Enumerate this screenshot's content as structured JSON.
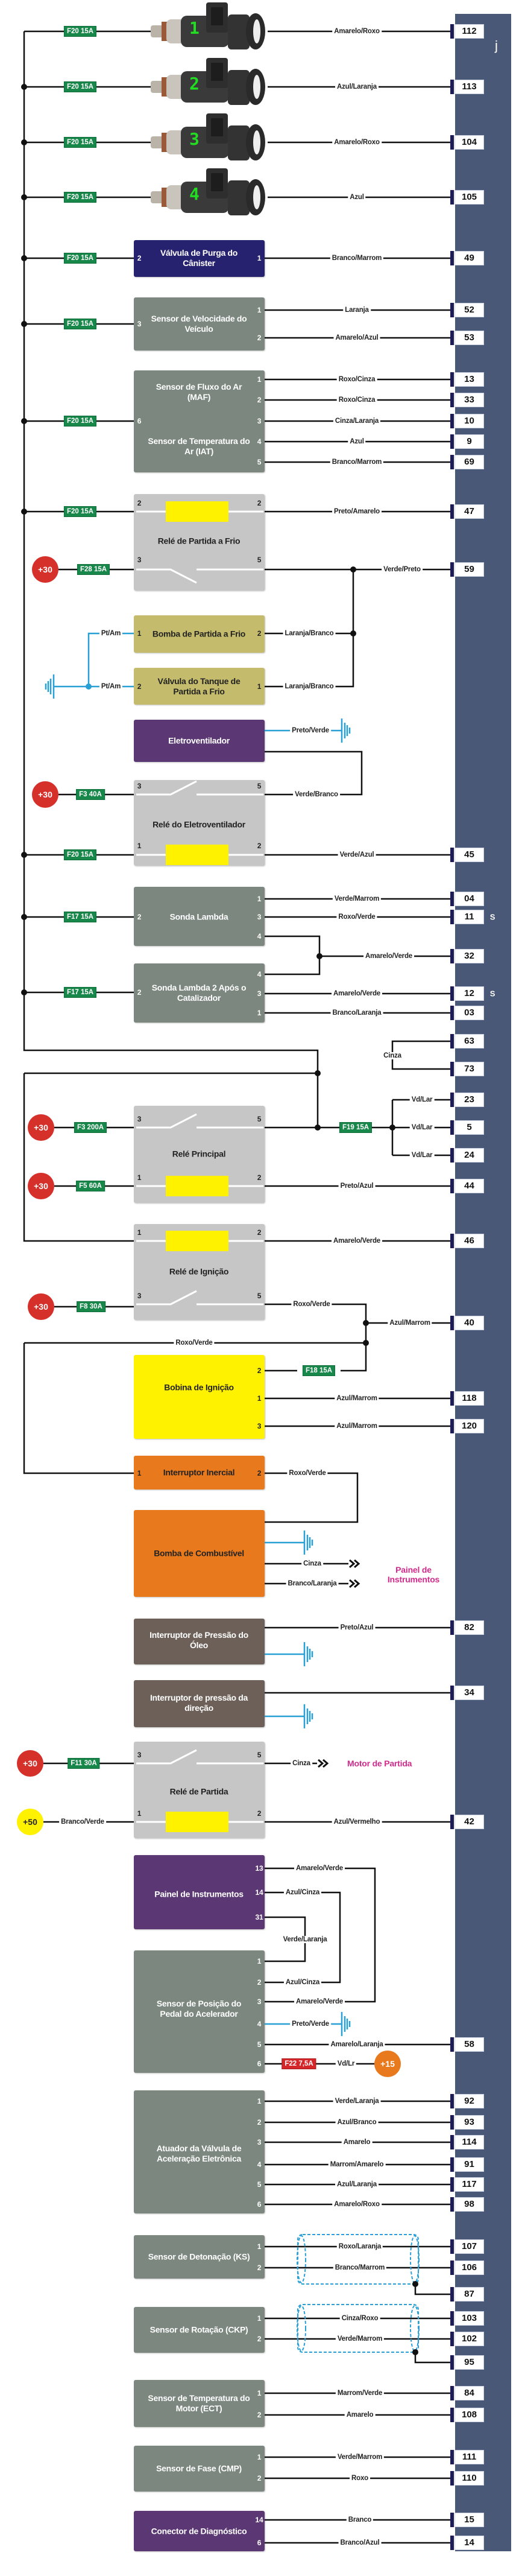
{
  "colors": {
    "ecu": "#4a5878",
    "fuse": "#17874a",
    "fuse_red": "#d5262a",
    "sensor": "#7b877f",
    "relay": "#c6c6c6",
    "canister": "#272270",
    "purple": "#5b3874",
    "olive": "#c4bc6c",
    "orange": "#e8791d",
    "brown": "#6d6058",
    "coil_yellow": "#fff200",
    "battery": "#d5302a",
    "ground": "#2a9fd6",
    "destination": "#cf2a8c"
  },
  "ecu": {
    "label": "j",
    "side_mark": "S"
  },
  "injectors": [
    {
      "num": "1",
      "fuse": "F20 15A",
      "wire": "Amarelo/Roxo",
      "term": "112"
    },
    {
      "num": "2",
      "fuse": "F20 15A",
      "wire": "Azul/Laranja",
      "term": "113"
    },
    {
      "num": "3",
      "fuse": "F20 15A",
      "wire": "Amarelo/Roxo",
      "term": "104"
    },
    {
      "num": "4",
      "fuse": "F20 15A",
      "wire": "Azul",
      "term": "105"
    }
  ],
  "canister": {
    "title": "Válvula de Purga do Cânister",
    "fuse": "F20 15A",
    "pin_in": "2",
    "pin_out": "1",
    "wire": "Branco/Marrom",
    "term": "49"
  },
  "vss": {
    "title": "Sensor de Velocidade do Veículo",
    "fuse": "F20 15A",
    "pin_in": "3",
    "pins": [
      {
        "pin": "1",
        "wire": "Laranja",
        "term": "52"
      },
      {
        "pin": "2",
        "wire": "Amarelo/Azul",
        "term": "53"
      }
    ]
  },
  "maf": {
    "title1": "Sensor de Fluxo do Ar (MAF)",
    "title2": "Sensor de Temperatura do Ar (IAT)",
    "fuse": "F20 15A",
    "pin_in": "6",
    "pins": [
      {
        "pin": "1",
        "wire": "Roxo/Cinza",
        "term": "13"
      },
      {
        "pin": "2",
        "wire": "Roxo/Cinza",
        "term": "33"
      },
      {
        "pin": "3",
        "wire": "Cinza/Laranja",
        "term": "10"
      },
      {
        "pin": "4",
        "wire": "Azul",
        "term": "9"
      },
      {
        "pin": "5",
        "wire": "Branco/Marrom",
        "term": "69"
      }
    ]
  },
  "cold_relay": {
    "title": "Relé de Partida a Frio",
    "fuse": "F20 15A",
    "coil_pins": [
      "2",
      "2"
    ],
    "coil_wire": "Preto/Amarelo",
    "coil_term": "47",
    "supply": "+30",
    "switch_fuse": "F28 15A",
    "switch_pins": [
      "3",
      "5"
    ],
    "switch_wire": "Verde/Preto",
    "switch_term": "59"
  },
  "cold_pump": {
    "title": "Bomba de Partida a Frio",
    "pin_gnd": "1",
    "gnd_wire": "Pt/Am",
    "pin_out": "2",
    "wire": "Laranja/Branco"
  },
  "cold_valve": {
    "title": "Válvula do Tanque de Partida a Frio",
    "pin_gnd": "2",
    "gnd_wire": "Pt/Am",
    "pin_out": "1",
    "wire": "Laranja/Branco"
  },
  "fan": {
    "title": "Eletroventilador",
    "gnd_wire": "Preto/Verde"
  },
  "fan_relay": {
    "title": "Relé do Eletroventilador",
    "supply": "+30",
    "switch_fuse": "F3 40A",
    "switch_pins": [
      "3",
      "5"
    ],
    "switch_wire": "Verde/Branco",
    "fuse": "F20 15A",
    "coil_pins": [
      "1",
      "2"
    ],
    "coil_wire": "Verde/Azul",
    "coil_term": "45"
  },
  "lambda1": {
    "title": "Sonda Lambda",
    "fuse": "F17 15A",
    "pin_in": "2",
    "pins": [
      {
        "pin": "1",
        "wire": "Verde/Marrom",
        "term": "04"
      },
      {
        "pin": "3",
        "wire": "Roxo/Verde",
        "term": "11"
      },
      {
        "pin": "4"
      }
    ]
  },
  "lambda_shared": {
    "wire": "Amarelo/Verde",
    "term": "32"
  },
  "lambda2": {
    "title": "Sonda Lambda 2 Após o Catalizador",
    "fuse": "F17 15A",
    "pin_in": "2",
    "pins": [
      {
        "pin": "4"
      },
      {
        "pin": "3",
        "wire": "Amarelo/Verde",
        "term": "12"
      },
      {
        "pin": "1",
        "wire": "Branco/Laranja",
        "term": "03"
      }
    ]
  },
  "ground_link": {
    "wire": "Cinza",
    "terms": [
      "63",
      "73"
    ]
  },
  "main_relay": {
    "title": "Relé Principal",
    "supply1": "+30",
    "fuse1": "F3 200A",
    "switch_pins": [
      "3",
      "5"
    ],
    "supply2": "+30",
    "fuse2": "F5 60A",
    "coil_pins": [
      "1",
      "2"
    ],
    "coil_wire": "Preto/Azul",
    "coil_term": "44",
    "out_fuse": "F19 15A",
    "outs": [
      {
        "wire": "Vd/Lar",
        "term": "23"
      },
      {
        "wire": "Vd/Lar",
        "term": "5"
      },
      {
        "wire": "Vd/Lar",
        "term": "24"
      }
    ]
  },
  "ign_relay": {
    "title": "Relé de Ignição",
    "coil_pins": [
      "1",
      "2"
    ],
    "coil_wire": "Amarelo/Verde",
    "coil_term": "46",
    "supply": "+30",
    "fuse": "F8 30A",
    "switch_pins": [
      "3",
      "5"
    ],
    "switch_wire": "Roxo/Verde",
    "feed_wire": "Azul/Marrom",
    "feed_term": "40",
    "bus_wire": "Roxo/Verde"
  },
  "coil": {
    "title": "Bobina de Ignição",
    "fuse": "F18 15A",
    "pins": [
      {
        "pin": "2"
      },
      {
        "pin": "1",
        "wire": "Azul/Marrom",
        "term": "118"
      },
      {
        "pin": "3",
        "wire": "Azul/Marrom",
        "term": "120"
      }
    ]
  },
  "inertia": {
    "title": "Interruptor Inercial",
    "pin_in": "1",
    "pin_out": "2",
    "wire": "Roxo/Verde"
  },
  "fuel_pump": {
    "title": "Bomba de Combustível",
    "outs": [
      {
        "wire": "Cinza"
      },
      {
        "wire": "Branco/Laranja"
      }
    ],
    "destination": "Painel de Instrumentos"
  },
  "oil": {
    "title": "Interruptor de Pressão do Óleo",
    "wire": "Preto/Azul",
    "term": "82"
  },
  "steering": {
    "title": "Interruptor de pressão da direção",
    "term": "34"
  },
  "start_relay": {
    "title": "Relé de Partida",
    "supply": "+30",
    "fuse": "F11 30A",
    "switch_pins": [
      "3",
      "5"
    ],
    "switch_wire": "Cinza",
    "destination": "Motor de Partida",
    "control": "+50",
    "control_wire": "Branco/Verde",
    "coil_pins": [
      "1",
      "2"
    ],
    "coil_wire": "Azul/Vermelho",
    "coil_term": "42"
  },
  "cluster": {
    "title": "Painel de Instrumentos",
    "pins": [
      {
        "pin": "13",
        "wire": "Amarelo/Verde"
      },
      {
        "pin": "14",
        "wire": "Azul/Cinza"
      },
      {
        "pin": "31",
        "wire": "Verde/Laranja"
      }
    ]
  },
  "pedal": {
    "title": "Sensor de Posição do Pedal do Acelerador",
    "pins": [
      {
        "pin": "1"
      },
      {
        "pin": "2",
        "wire": "Azul/Cinza"
      },
      {
        "pin": "3",
        "wire": "Amarelo/Verde"
      },
      {
        "pin": "4",
        "wire": "Preto/Verde"
      },
      {
        "pin": "5",
        "wire": "Amarelo/Laranja",
        "term": "58"
      },
      {
        "pin": "6",
        "wire": "Vd/Lr"
      }
    ],
    "fuse": "F22 7,5A",
    "supply": "+15"
  },
  "throttle": {
    "title": "Atuador da Válvula de Aceleração Eletrônica",
    "pins": [
      {
        "pin": "1",
        "wire": "Verde/Laranja",
        "term": "92"
      },
      {
        "pin": "2",
        "wire": "Azul/Branco",
        "term": "93"
      },
      {
        "pin": "3",
        "wire": "Amarelo",
        "term": "114"
      },
      {
        "pin": "4",
        "wire": "Marrom/Amarelo",
        "term": "91"
      },
      {
        "pin": "5",
        "wire": "Azul/Laranja",
        "term": "117"
      },
      {
        "pin": "6",
        "wire": "Amarelo/Roxo",
        "term": "98"
      }
    ]
  },
  "knock": {
    "title": "Sensor de Detonação (KS)",
    "pins": [
      {
        "pin": "1",
        "wire": "Roxo/Laranja",
        "term": "107"
      },
      {
        "pin": "2",
        "wire": "Branco/Marrom",
        "term": "106"
      }
    ],
    "shield_term": "87"
  },
  "ckp": {
    "title": "Sensor de Rotação (CKP)",
    "pins": [
      {
        "pin": "1",
        "wire": "Cinza/Roxo",
        "term": "103"
      },
      {
        "pin": "2",
        "wire": "Verde/Marrom",
        "term": "102"
      }
    ],
    "shield_term": "95"
  },
  "ect": {
    "title": "Sensor de Temperatura do Motor (ECT)",
    "pins": [
      {
        "pin": "1",
        "wire": "Marrom/Verde",
        "term": "84"
      },
      {
        "pin": "2",
        "wire": "Amarelo",
        "term": "108"
      }
    ]
  },
  "cmp": {
    "title": "Sensor de Fase (CMP)",
    "pins": [
      {
        "pin": "1",
        "wire": "Verde/Marrom",
        "term": "111"
      },
      {
        "pin": "2",
        "wire": "Roxo",
        "term": "110"
      }
    ]
  },
  "diag": {
    "title": "Conector de Diagnóstico",
    "pins": [
      {
        "pin": "14",
        "wire": "Branco",
        "term": "15"
      },
      {
        "pin": "6",
        "wire": "Branco/Azul",
        "term": "14"
      }
    ]
  }
}
